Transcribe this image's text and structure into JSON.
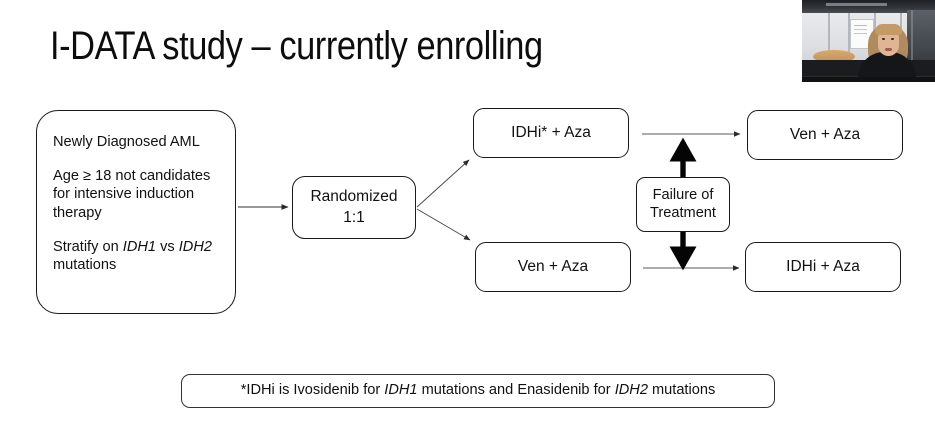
{
  "slide": {
    "title": "I-DATA study – currently enrolling",
    "background_color": "#ffffff",
    "line_color": "#1a1a1a"
  },
  "diagram": {
    "type": "flow-diagram",
    "eligibility": {
      "line1": "Newly Diagnosed AML",
      "line2_a": "Age ",
      "line2_b": "≥ 18 not candidates for intensive induction therapy",
      "line3_prefix": "Stratify on ",
      "line3_gene1": "IDH1",
      "line3_mid": " vs ",
      "line3_gene2": "IDH2",
      "line3_suffix": " mutations"
    },
    "randomized": {
      "label": "Randomized",
      "ratio": "1:1"
    },
    "arms": [
      {
        "id": "arm-a",
        "label": "IDHi* + Aza",
        "position": "top-left-branch"
      },
      {
        "id": "arm-b",
        "label": "Ven + Aza",
        "position": "bottom-left-branch"
      }
    ],
    "crossover": [
      {
        "id": "next-a",
        "label": "Ven + Aza",
        "position": "top-right"
      },
      {
        "id": "next-b",
        "label": "IDHi + Aza",
        "position": "bottom-right"
      }
    ],
    "failure": {
      "line1": "Failure of",
      "line2": "Treatment"
    },
    "footnote": {
      "prefix": "*IDHi is Ivosidenib for ",
      "gene1": "IDH1",
      "mid": " mutations and Enasidenib for ",
      "gene2": "IDH2",
      "suffix": " mutations"
    }
  },
  "webcam": {
    "label": "webcam-video-overlay",
    "position": "top-right"
  }
}
